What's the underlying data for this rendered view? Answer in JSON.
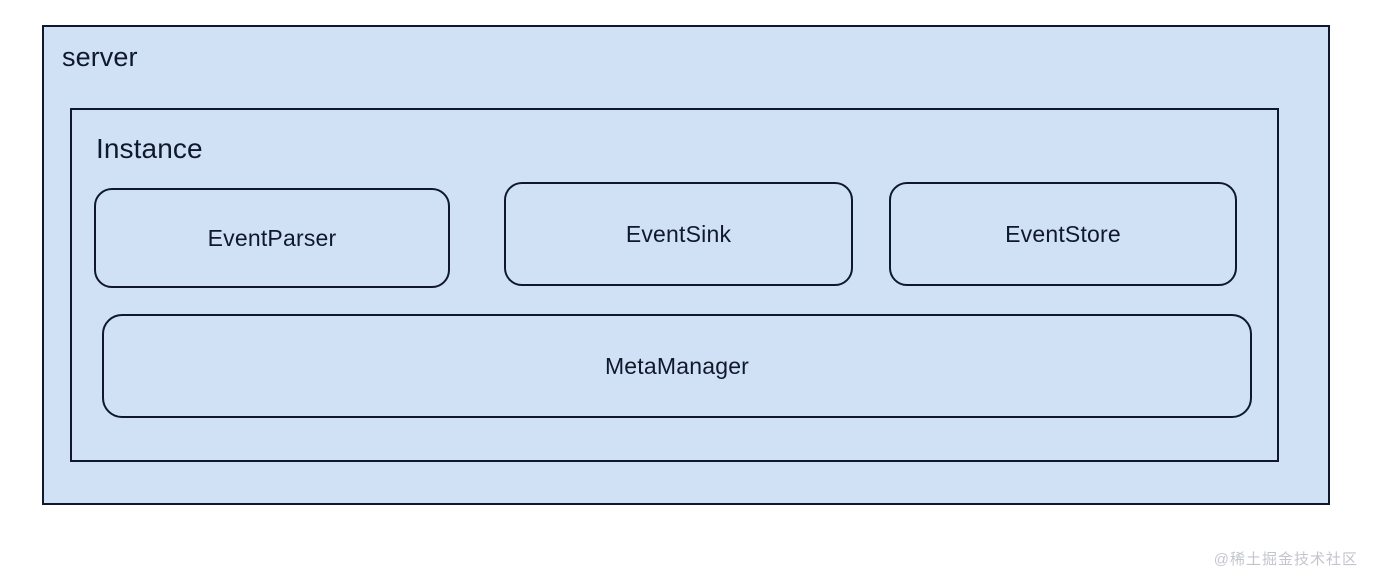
{
  "diagram": {
    "type": "nested-block-architecture",
    "background_color": "#ffffff",
    "fill_color": "#d0e1f6",
    "stroke_color": "#10182b",
    "outer": {
      "title": "server",
      "inner": {
        "title": "Instance",
        "row_nodes": [
          {
            "label": "EventParser"
          },
          {
            "label": "EventSink"
          },
          {
            "label": "EventStore"
          }
        ],
        "full_width_nodes": [
          {
            "label": "MetaManager"
          }
        ]
      }
    }
  },
  "watermark": {
    "text": "@稀土掘金技术社区",
    "color": "#c2c6cc"
  }
}
